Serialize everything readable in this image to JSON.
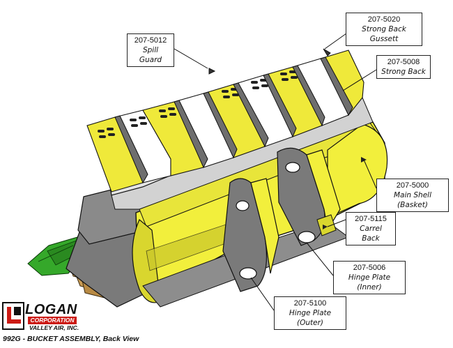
{
  "logo": {
    "brand": "LOGAN",
    "corp": "CORPORATION",
    "sub": "VALLEY AIR, INC."
  },
  "caption": "992G - BUCKET ASSEMBLY, Back View",
  "callouts": [
    {
      "part": "207-5012",
      "name": "Spill Guard"
    },
    {
      "part": "207-5020",
      "name": "Strong Back Gussett"
    },
    {
      "part": "207-5008",
      "name": "Strong Back"
    },
    {
      "part": "207-5000",
      "name": "Main Shell (Basket)"
    },
    {
      "part": "207-5115",
      "name": "Carrel Back"
    },
    {
      "part": "207-5006",
      "name": "Hinge Plate (Inner)"
    },
    {
      "part": "207-5100",
      "name": "Hinge Plate (Outer)"
    }
  ],
  "colors": {
    "shell": "#f2ef3c",
    "shell_shadow": "#c9c62a",
    "steel": "#6e6e6e",
    "steel_light": "#b9b9b9",
    "steel_face": "#e4e4e4",
    "teeth": "#c79a54",
    "green": "#35a82a",
    "logo_red": "#cc1a14"
  }
}
